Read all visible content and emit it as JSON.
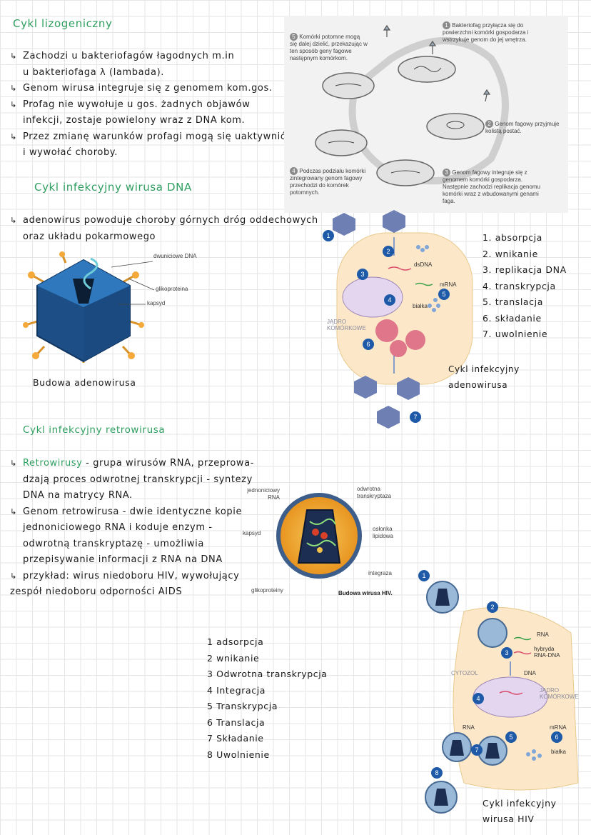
{
  "lysogenic": {
    "title": "Cykl lizogeniczny",
    "lines": [
      "Zachodzi u bakteriofagów łagodnych m.in",
      "u bakteriofaga λ (lambada).",
      "Genom wirusa integruje się z genomem kom.gos.",
      "Profag nie wywołuje u gos. żadnych objawów",
      "infekcji, zostaje powielony wraz z DNA kom.",
      "Przez zmianę warunków profagi mogą się uaktywnić",
      "i wywołać choroby."
    ],
    "diagram": {
      "step1": "Bakteriofag przyłącza się do powierzchni komórki gospodarza i wstrzykuje genom do jej wnętrza.",
      "step2": "Genom fagowy przyjmuje kolistą postać.",
      "step3": "Genom fagowy integruje się z genomem komórki gospodarza. Następnie zachodzi replikacja genomu komórki wraz z wbudowanymi genami faga.",
      "step4": "Podczas podziału komórki zintegrowany genom fagowy przechodzi do komórek potomnych.",
      "step5": "Komórki potomne mogą się dalej dzielić, przekazując w ten sposób geny fagowe następnym komórkom."
    }
  },
  "dna_virus": {
    "title": "Cykl infekcyjny wirusa DNA",
    "lines": [
      "adenowirus powoduje choroby górnych dróg oddechowych",
      "oraz układu pokarmowego"
    ],
    "structure_labels": {
      "dna": "dwuniciowe DNA",
      "glyco": "glikoproteina",
      "capsid": "kapsyd"
    },
    "structure_caption": "Budowa adenowirusa",
    "cycle_labels": {
      "dsdna": "dsDNA",
      "mrna": "mRNA",
      "proteins": "białka",
      "nucleus": "JĄDRO KOMÓRKOWE"
    },
    "steps": [
      "1. absorpcja",
      "2. wnikanie",
      "3. replikacja DNA",
      "4. transkrypcja",
      "5. translacja",
      "6. składanie",
      "7. uwolnienie"
    ],
    "cycle_caption": [
      "Cykl infekcyjny",
      "adenowirusa"
    ]
  },
  "retro": {
    "title": "Cykl infekcyjny retrowirusa",
    "lines": [
      {
        "highlight": "Retrowirusy",
        "rest": " - grupa wirusów RNA, przeprowa-"
      },
      {
        "highlight": "",
        "rest": "dzają proces odwrotnej transkrypcji - syntezy"
      },
      {
        "highlight": "",
        "rest": "DNA na matrycy RNA."
      },
      {
        "highlight": "",
        "rest": "Genom retrowirusa - dwie identyczne kopie"
      },
      {
        "highlight": "",
        "rest": "jednoniciowego RNA i koduje enzym -"
      },
      {
        "highlight": "",
        "rest": "odwrotną transkryptazę - umożliwia"
      },
      {
        "highlight": "",
        "rest": "przepisywanie informacji z RNA na DNA"
      },
      {
        "highlight": "",
        "rest": "przykład: wirus niedoboru HIV, wywołujący"
      },
      {
        "highlight": "",
        "rest": "zespół niedoboru odporności AIDS"
      }
    ],
    "hiv_labels": {
      "ssrna": "jednoniciowy RNA",
      "rt": "odwrotna transkryptaza",
      "capsid": "kapsyd",
      "envelope": "osłonka lipidowa",
      "integrase": "integraza",
      "glyco": "glikoproteiny",
      "caption": "Budowa wirusa HIV."
    },
    "steps": [
      "1 adsorpcja",
      "2 wnikanie",
      "3 Odwrotna transkrypcja",
      "4 Integracja",
      "5 Transkrypcja",
      "6 Translacja",
      "7 Składanie",
      "8 Uwolnienie"
    ],
    "cycle_labels": {
      "rna": "RNA",
      "hybrid": "hybryda RNA-DNA",
      "cytosol": "CYTOZOL",
      "dna": "DNA",
      "nucleus": "JĄDRO KOMÓRKOWE",
      "rna2": "RNA",
      "mrna": "mRNA",
      "proteins": "białka"
    },
    "cycle_caption": [
      "Cykl infekcyjny",
      "wirusa HIV"
    ]
  }
}
